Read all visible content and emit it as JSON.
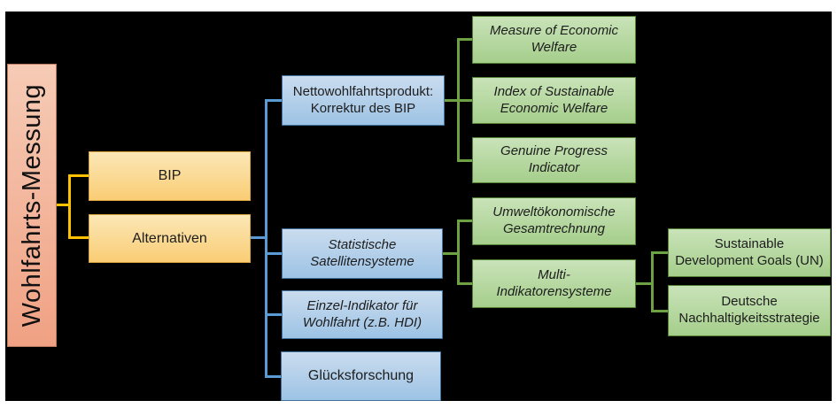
{
  "diagram": {
    "title": "Wohlfahrts-Messung",
    "nodes": {
      "root": {
        "label": "Wohlfahrts-Messung"
      },
      "bip": {
        "label": "BIP"
      },
      "alternativen": {
        "label": "Alternativen"
      },
      "nettowohlfahrtsprodukt": {
        "label": "Nettowohlfahrtsprodukt: Korrektur des BIP"
      },
      "statistische_satellitensysteme": {
        "label": "Statistische Satellitensysteme"
      },
      "einzel_indikator": {
        "label": "Einzel-Indikator für Wohlfahrt (z.B. HDI)"
      },
      "gluecksforschung": {
        "label": "Glücksforschung"
      },
      "measure_of_economic_welfare": {
        "label": "Measure of Economic Welfare"
      },
      "index_of_sustainable_economic_welfare": {
        "label": "Index of Sustainable Economic Welfare"
      },
      "genuine_progress_indicator": {
        "label": "Genuine Progress Indicator"
      },
      "umweltoekonomische_gesamtrechnung": {
        "label": "Umweltökonomische Gesamtrechnung"
      },
      "multi_indikatorensysteme": {
        "label": "Multi-Indikatorensysteme"
      },
      "sustainable_development_goals": {
        "label": "Sustainable Development Goals (UN)"
      },
      "deutsche_nachhaltigkeitsstrategie": {
        "label": "Deutsche Nachhaltigkeitsstrategie"
      }
    },
    "colors": {
      "background": "#000000",
      "page_margin": "#ffffff",
      "root_fill_top": "#F6CBB6",
      "root_fill_bottom": "#F0A183",
      "root_border": "#B97A62",
      "level1_fill_top": "#FBE7B7",
      "level1_fill_bottom": "#FACD74",
      "level1_border": "#DCA63E",
      "level2_fill_top": "#CADCEE",
      "level2_fill_bottom": "#9DC3E5",
      "level2_border": "#41719C",
      "level3_fill_top": "#C9E3B9",
      "level3_fill_bottom": "#A5CE8B",
      "level3_border": "#538135",
      "connector_orange": "#FFC000",
      "connector_blue": "#5B9BD5",
      "connector_green": "#6CA244",
      "text": "#1d1d1d"
    }
  }
}
